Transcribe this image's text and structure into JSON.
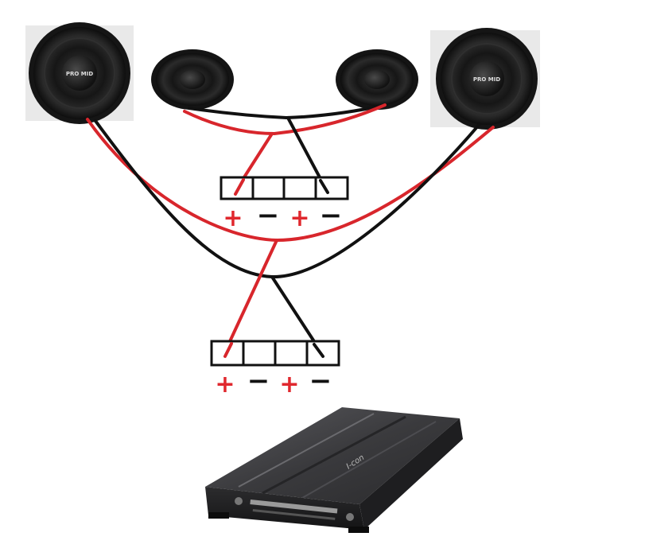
{
  "colors": {
    "positive_wire": "#d8262c",
    "negative_wire": "#111111",
    "terminal_outline": "#111111",
    "plus_sign": "#e0282e",
    "minus_sign": "#111111",
    "speaker_cone": "#1c1c1c",
    "amplifier_body": "#2e2e30"
  },
  "speakers": {
    "woofer_left": {
      "badge": "PRO MID"
    },
    "woofer_right": {
      "badge": "PRO MID"
    },
    "tweeter_left": {
      "badge": ""
    },
    "tweeter_right": {
      "badge": ""
    }
  },
  "terminal_upper": {
    "signs": [
      "+",
      "−",
      "+",
      "−"
    ]
  },
  "terminal_lower": {
    "signs": [
      "+",
      "−",
      "+",
      "−"
    ]
  },
  "amplifier": {
    "logo": "I-con"
  }
}
